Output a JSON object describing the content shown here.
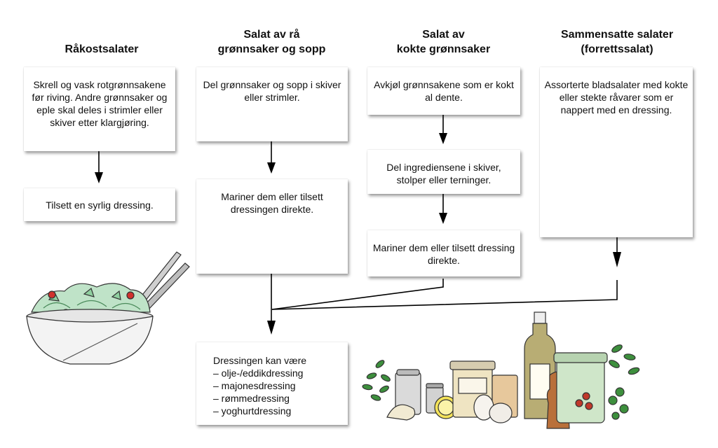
{
  "columns": [
    {
      "heading": "Råkostsalater",
      "boxes": [
        "Skrell og vask rotgrønnsakene før riving. Andre grønnsaker og eple skal deles i strimler eller skiver etter klargjøring.",
        "Tilsett en syrlig dressing."
      ]
    },
    {
      "heading": "Salat av rå\ngrønnsaker og sopp",
      "boxes": [
        "Del grønnsaker og sopp i skiver eller strimler.",
        "Mariner dem eller tilsett dressingen direkte."
      ]
    },
    {
      "heading": "Salat av\nkokte grønnsaker",
      "boxes": [
        "Avkjøl grønnsakene som er kokt al dente.",
        "Del ingrediensene i skiver, stolper eller terninger.",
        "Mariner dem eller tilsett dressing direkte."
      ]
    },
    {
      "heading": "Sammensatte salater\n(forrettssalat)",
      "boxes": [
        "Assorterte bladsalater med kokte eller stekte råvarer som er nappert med en dressing."
      ]
    }
  ],
  "final_box": {
    "title": "Dressingen kan være",
    "items": [
      "– olje-/eddikdressing",
      "– majonesdressing",
      "– rømmedressing",
      "– yoghurtdressing"
    ]
  },
  "illustrations": [
    "salad-bowl-with-tongs",
    "dressing-ingredients-bottles-jars-eggs-herbs"
  ]
}
